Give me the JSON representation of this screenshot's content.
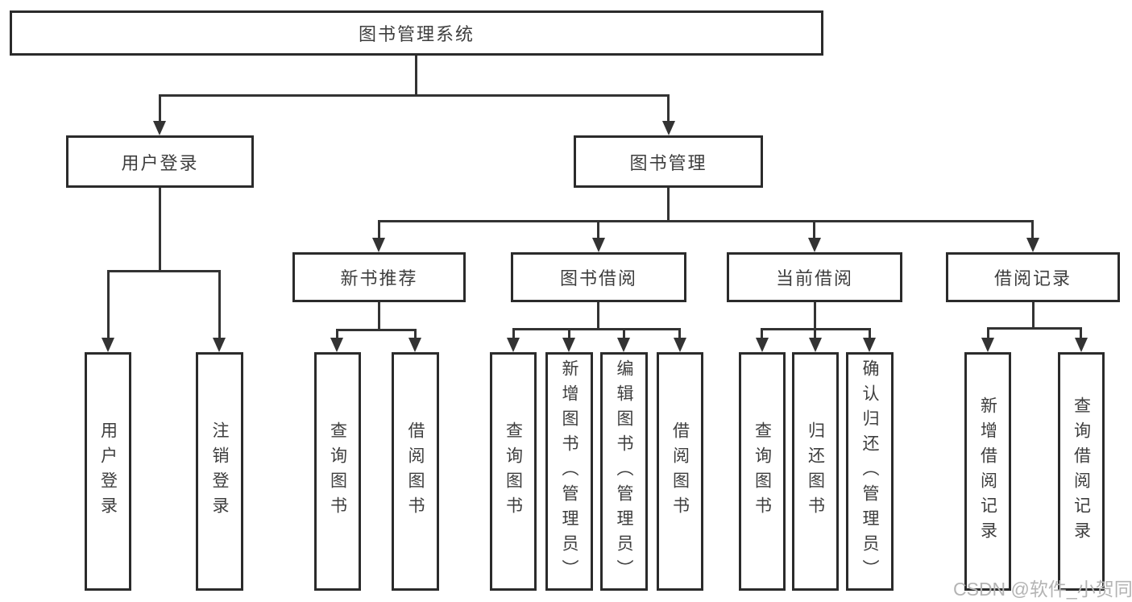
{
  "colors": {
    "line": "#333333",
    "box_border": "#2b2b2b",
    "text": "#3e3e3e",
    "watermark": "#b4b4b4",
    "background": "#ffffff"
  },
  "watermark": {
    "text": "CSDN @软件_小贺同学"
  },
  "nodes": {
    "root": {
      "label": "图书管理系统"
    },
    "level2": {
      "user_login": {
        "label": "用户登录"
      },
      "book_mgmt": {
        "label": "图书管理"
      }
    },
    "level3": {
      "new_books": {
        "label": "新书推荐"
      },
      "book_borrow": {
        "label": "图书借阅"
      },
      "current_borrow": {
        "label": "当前借阅"
      },
      "borrow_records": {
        "label": "借阅记录"
      }
    },
    "leaves": {
      "login": {
        "label": "用户登录"
      },
      "logout": {
        "label": "注销登录"
      },
      "nb_query": {
        "label": "查询图书"
      },
      "nb_borrow": {
        "label": "借阅图书"
      },
      "bb_query": {
        "label": "查询图书"
      },
      "bb_add": {
        "label": "新增图书（管理员）"
      },
      "bb_edit": {
        "label": "编辑图书（管理员）"
      },
      "bb_borrow": {
        "label": "借阅图书"
      },
      "cb_query": {
        "label": "查询图书"
      },
      "cb_return": {
        "label": "归还图书"
      },
      "cb_confirm": {
        "label": "确认归还（管理员）"
      },
      "br_add": {
        "label": "新增借阅记录"
      },
      "br_query": {
        "label": "查询借阅记录"
      }
    }
  }
}
